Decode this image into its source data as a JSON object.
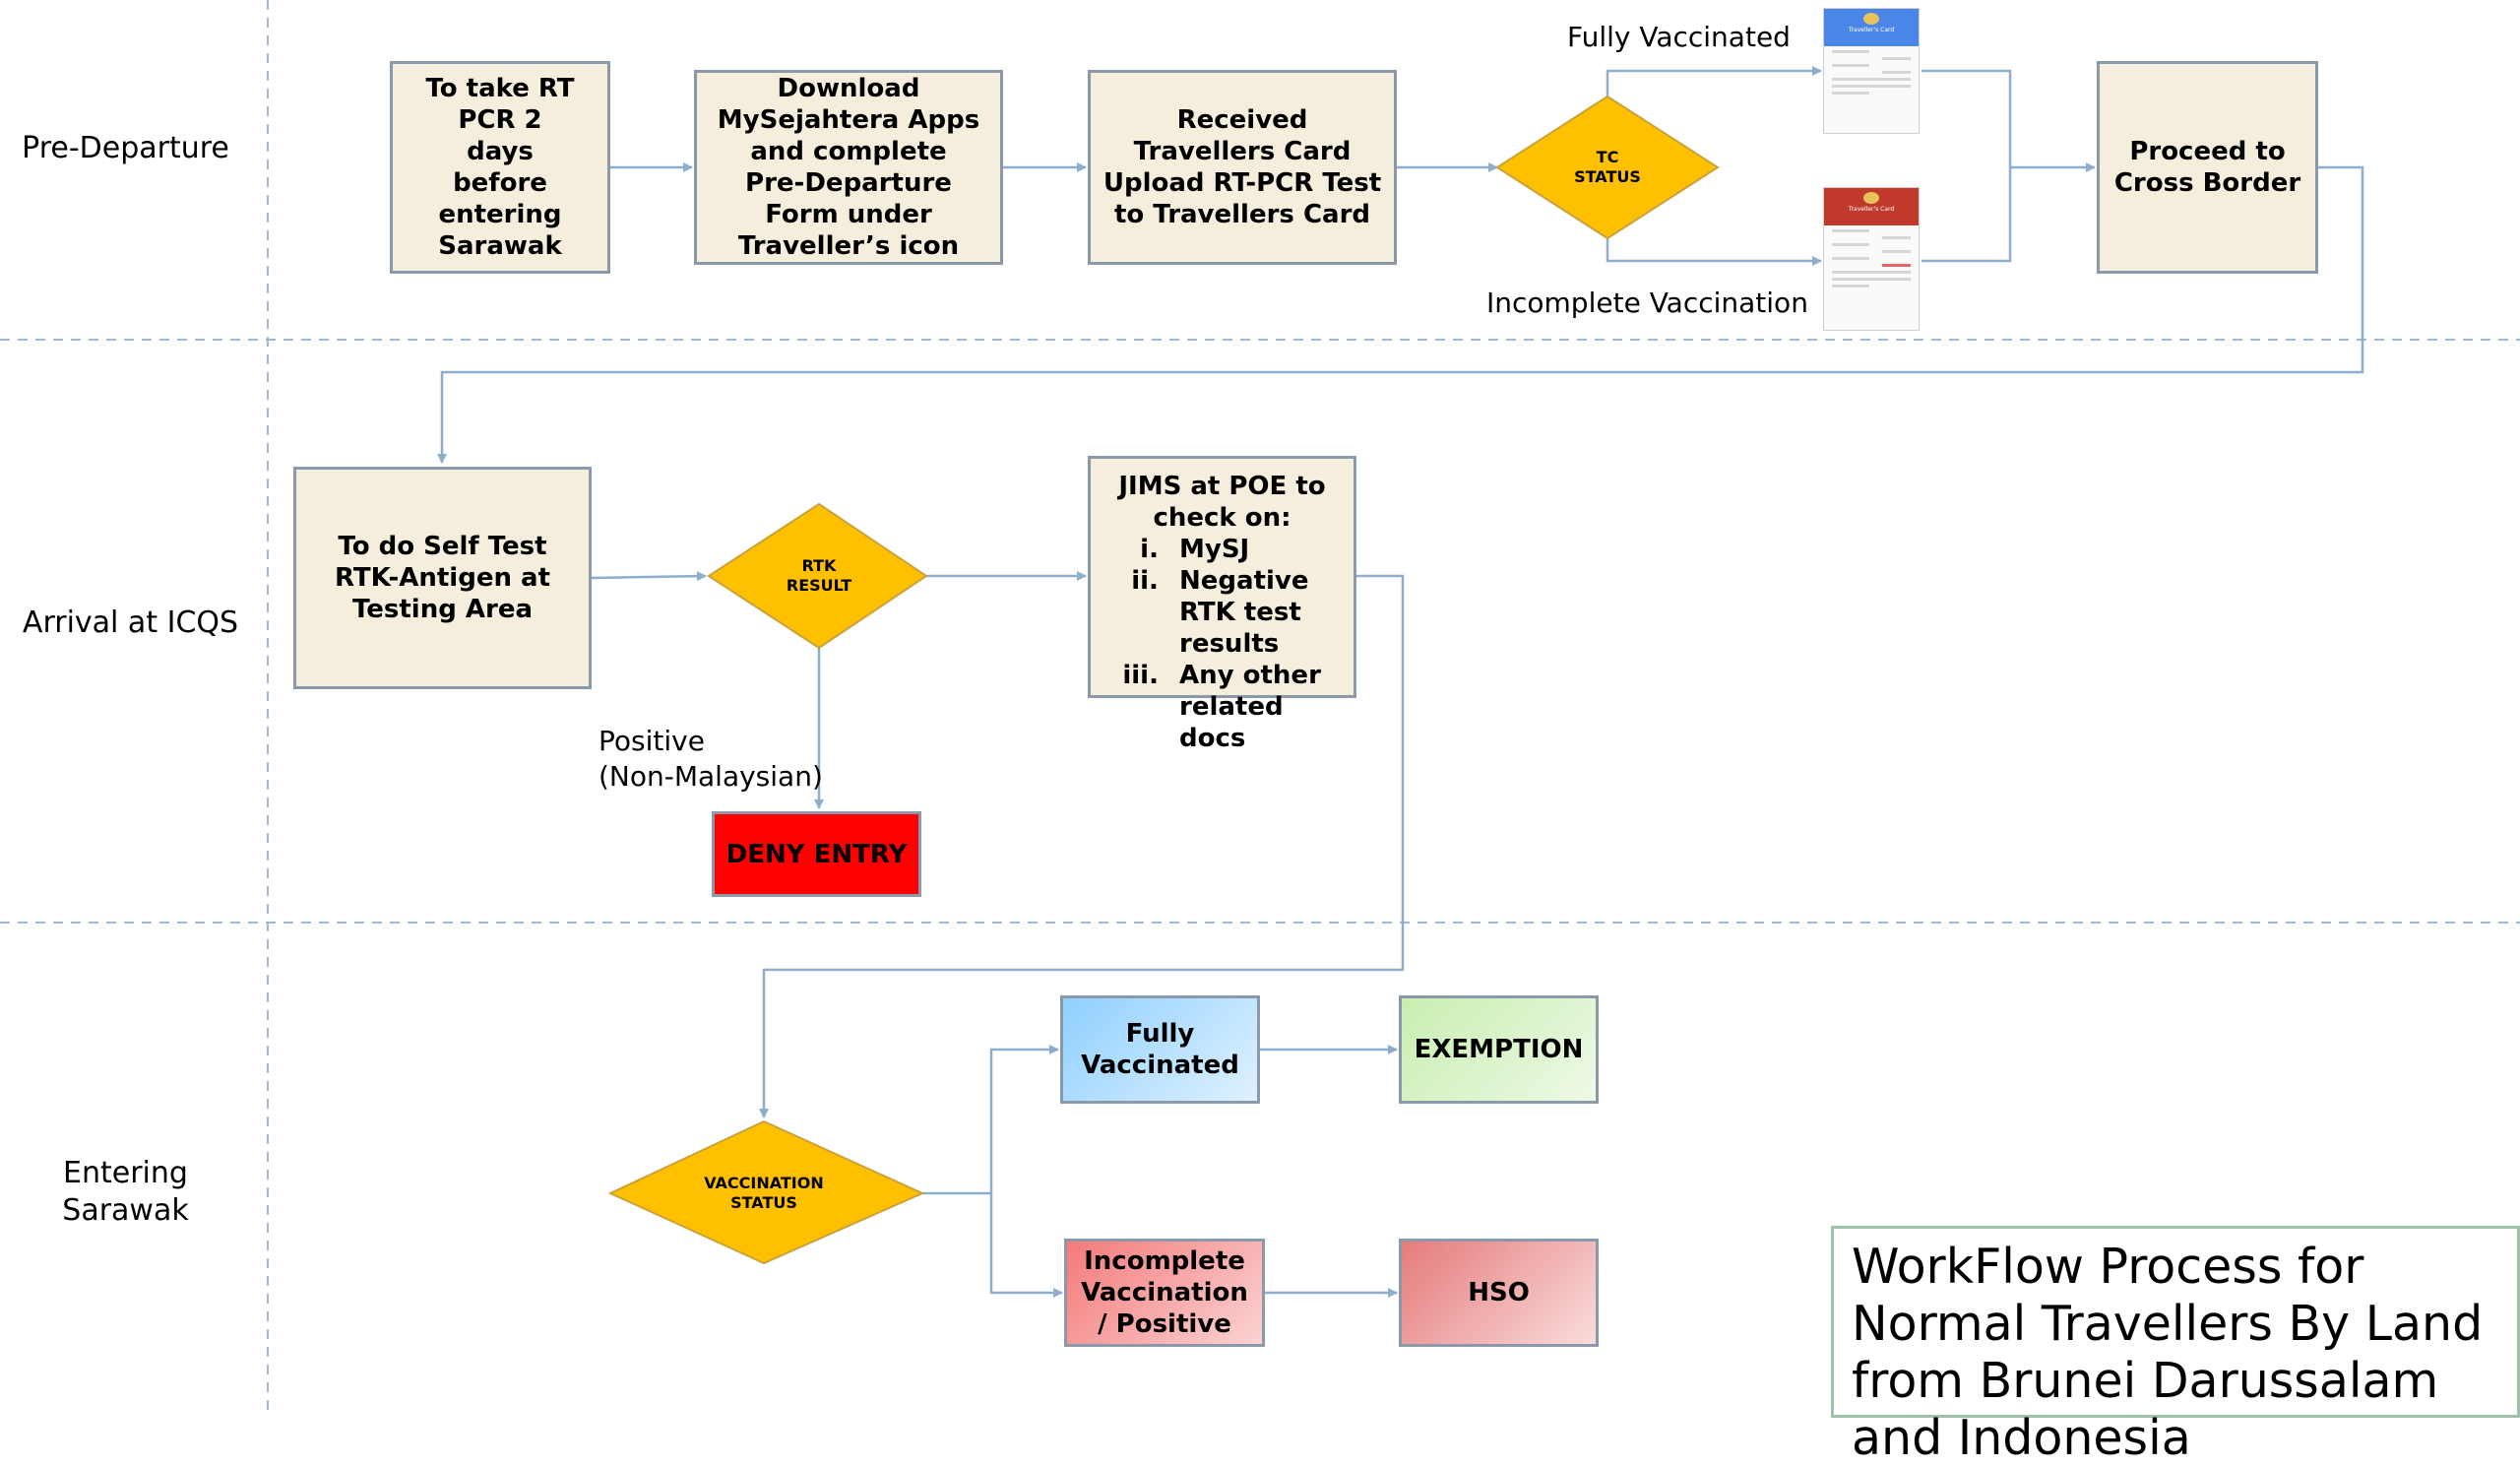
{
  "lanes": {
    "pre_departure": "Pre-Departure",
    "arrival": "Arrival at ICQS",
    "entering_line1": "Entering",
    "entering_line2": "Sarawak"
  },
  "pre_departure": {
    "step1": "To take RT PCR 2 days before entering Sarawak",
    "step2": "Download MySejahtera Apps and complete Pre-Departure Form under Traveller’s icon",
    "step3_line1": "Received Travellers Card",
    "step3_line2": "Upload RT-PCR Test to Travellers Card",
    "decision_line1": "TC",
    "decision_line2": "STATUS",
    "branch_fully": "Fully Vaccinated",
    "branch_incomplete": "Incomplete Vaccination",
    "proceed": "Proceed to Cross Border",
    "card_caption": "Traveller's Card"
  },
  "arrival": {
    "self_test": "To do Self Test RTK-Antigen at Testing Area",
    "decision_line1": "RTK",
    "decision_line2": "RESULT",
    "positive_line1": "Positive",
    "positive_line2": "(Non-Malaysian)",
    "deny": "DENY ENTRY",
    "jims_title": "JIMS at POE  to check on:",
    "jims_items": [
      "MySJ",
      "Negative RTK test results",
      "Any other related docs"
    ]
  },
  "entering": {
    "decision_line1": "VACCINATION",
    "decision_line2": "STATUS",
    "fully": "Fully Vaccinated",
    "exemption": "EXEMPTION",
    "incomplete": "Incomplete Vaccination / Positive",
    "hso": "HSO"
  },
  "title": "WorkFlow Process for Normal Travellers By Land from Brunei Darussalam and Indonesia",
  "colors": {
    "box_fill": "#f6eedc",
    "box_border": "#8a9aaa",
    "diamond": "#ffc000",
    "deny": "#ff0000",
    "connector": "#8eaecb",
    "lane_divider": "#9cb8d4",
    "card_blue": "#4a86e8",
    "card_red": "#c0392b"
  }
}
